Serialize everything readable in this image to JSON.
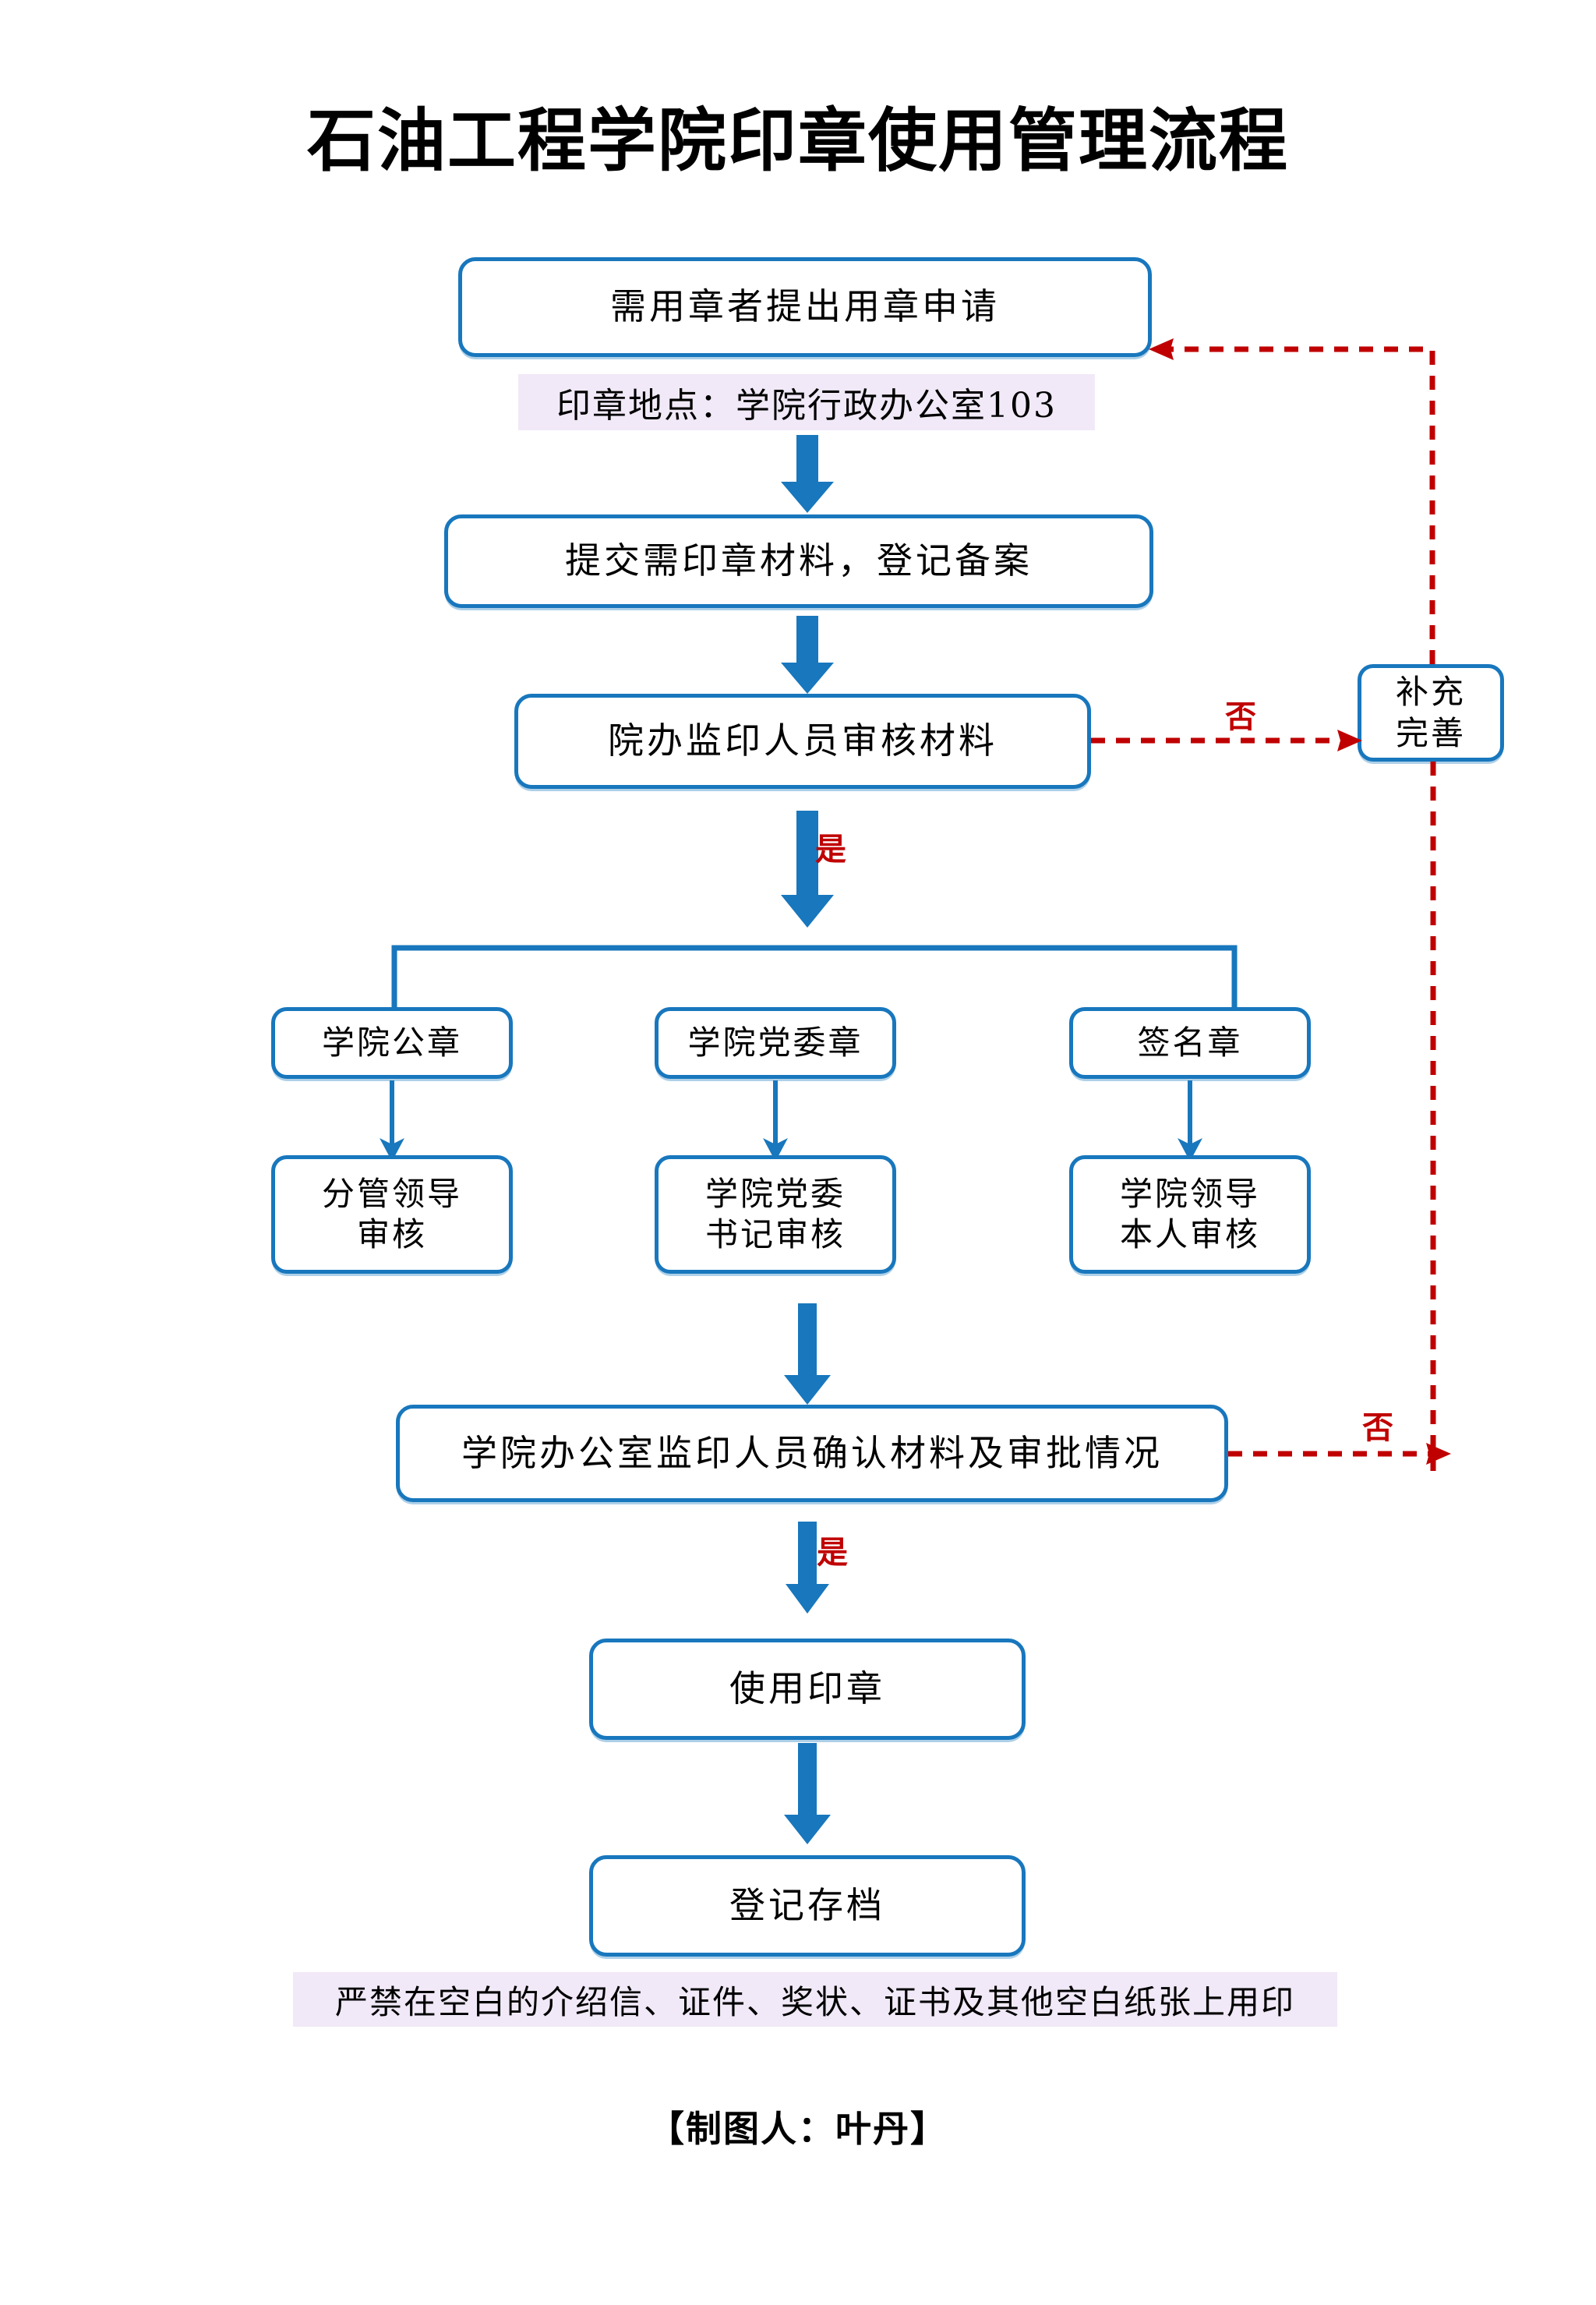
{
  "title": "石油工程学院印章使用管理流程",
  "credit": "【制图人：叶丹】",
  "colors": {
    "box_border": "#1877bd",
    "arrow_blue": "#1877bd",
    "branch_red": "#c00000",
    "band_purple": "#f1e9f7",
    "text": "#000000",
    "background": "#ffffff"
  },
  "nodes": {
    "apply": "需用章者提出用章申请",
    "location_note": "印章地点：学院行政办公室103",
    "submit": "提交需印章材料，登记备案",
    "review": "院办监印人员审核材料",
    "supplement": "补充\n完善",
    "seal_public": "学院公章",
    "seal_party": "学院党委章",
    "seal_signature": "签名章",
    "approve_public": "分管领导\n审核",
    "approve_party": "学院党委\n书记审核",
    "approve_signature": "学院领导\n本人审核",
    "confirm": "学院办公室监印人员确认材料及审批情况",
    "use_seal": "使用印章",
    "archive": "登记存档",
    "warning": "严禁在空白的介绍信、证件、奖状、证书及其他空白纸张上用印"
  },
  "edge_labels": {
    "yes": "是",
    "no_review": "否",
    "no_confirm": "否"
  }
}
